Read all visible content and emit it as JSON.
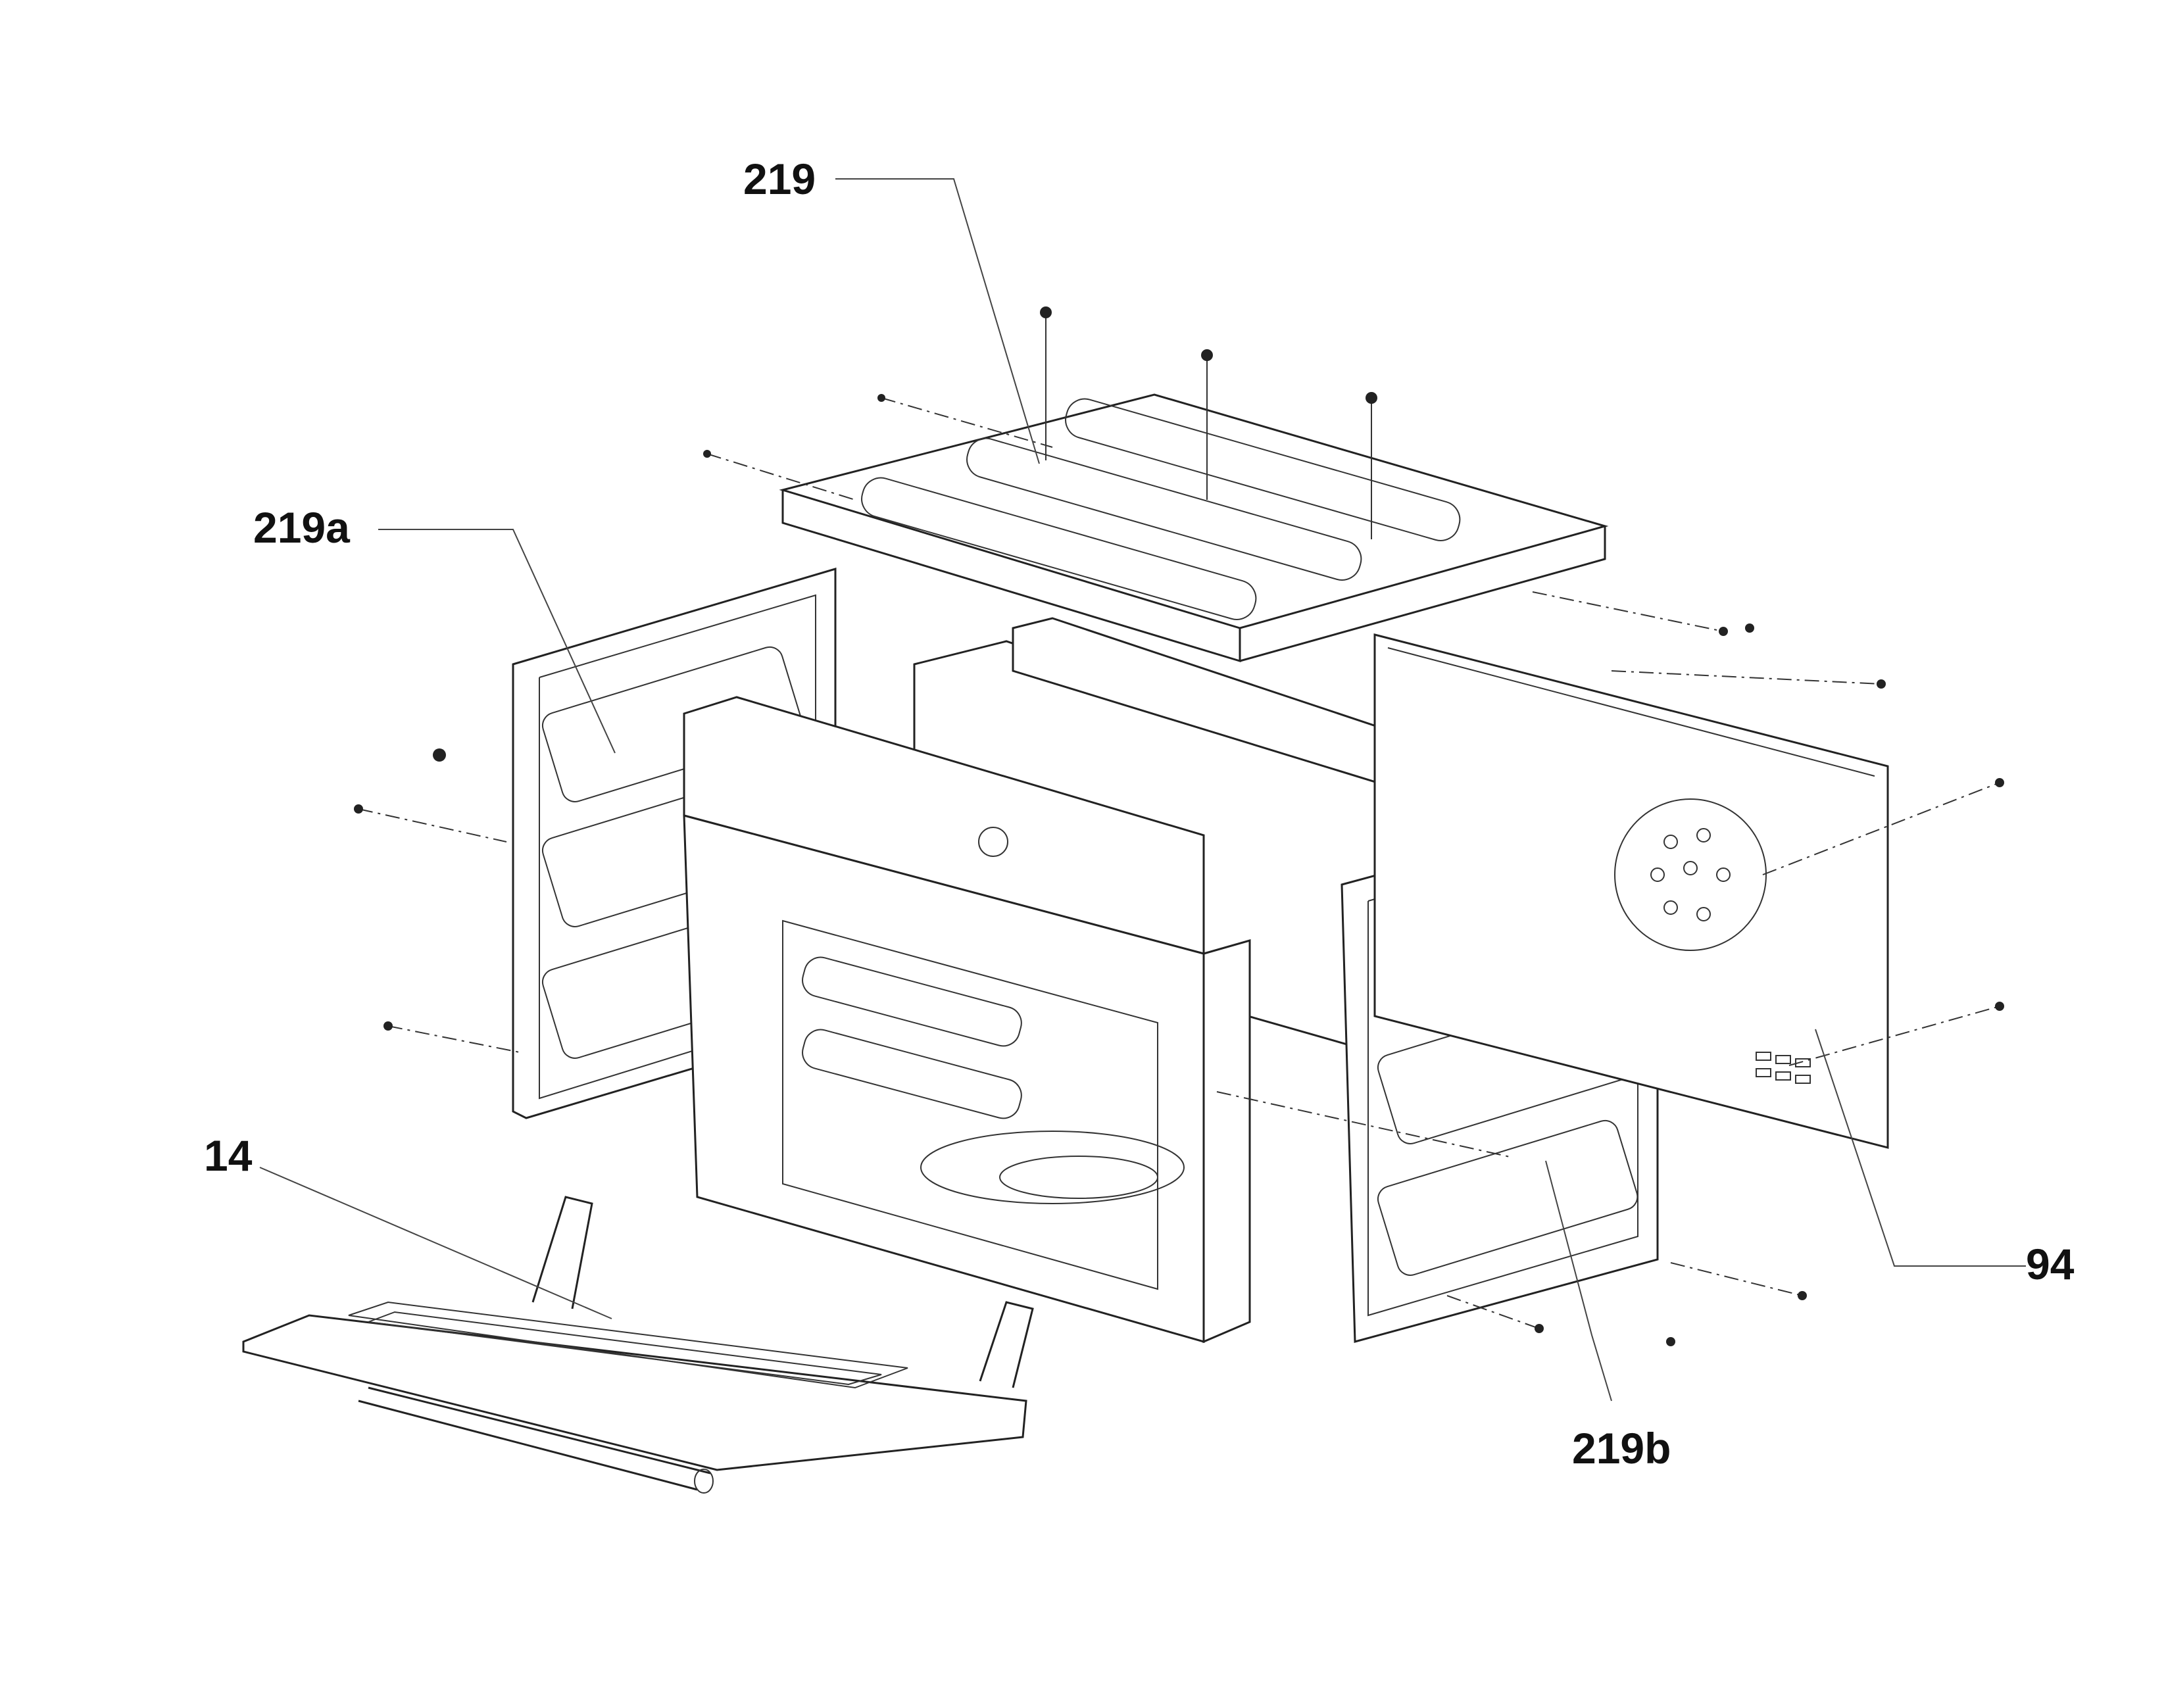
{
  "diagram": {
    "callouts": [
      {
        "id": "top-cover",
        "label": "219"
      },
      {
        "id": "left-side-panel",
        "label": "219a"
      },
      {
        "id": "oven-door",
        "label": "14"
      },
      {
        "id": "back-panel",
        "label": "94"
      },
      {
        "id": "right-side-panel",
        "label": "219b"
      }
    ]
  }
}
